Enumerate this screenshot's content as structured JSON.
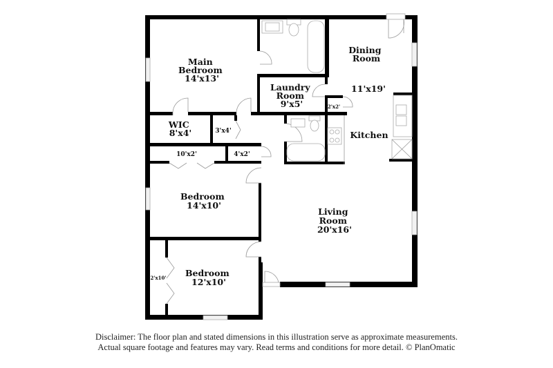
{
  "floor_plan": {
    "rooms": [
      {
        "id": "main-bedroom",
        "name_lines": [
          "Main",
          "Bedroom"
        ],
        "dimensions": "14'x13'"
      },
      {
        "id": "dining-room",
        "name_lines": [
          "Dining",
          "Room"
        ],
        "dimensions": "11'x19'"
      },
      {
        "id": "laundry-room",
        "name_lines": [
          "Laundry",
          "Room"
        ],
        "dimensions": "9'x5'"
      },
      {
        "id": "wic",
        "name_lines": [
          "WIC"
        ],
        "dimensions": "8'x4'"
      },
      {
        "id": "closet-3x4",
        "name_lines": [],
        "dimensions": "3'x4'"
      },
      {
        "id": "closet-2x2",
        "name_lines": [],
        "dimensions": "2'x2'"
      },
      {
        "id": "kitchen",
        "name_lines": [
          "Kitchen"
        ],
        "dimensions": ""
      },
      {
        "id": "closet-10x2",
        "name_lines": [],
        "dimensions": "10'x2'"
      },
      {
        "id": "closet-4x2",
        "name_lines": [],
        "dimensions": "4'x2'"
      },
      {
        "id": "bedroom-2",
        "name_lines": [
          "Bedroom"
        ],
        "dimensions": "14'x10'"
      },
      {
        "id": "living-room",
        "name_lines": [
          "Living",
          "Room"
        ],
        "dimensions": "20'x16'"
      },
      {
        "id": "bedroom-3",
        "name_lines": [
          "Bedroom"
        ],
        "dimensions": "12'x10'"
      },
      {
        "id": "closet-2x10",
        "name_lines": [],
        "dimensions": "2'x10'"
      }
    ]
  },
  "disclaimer": {
    "line1": "Disclaimer: The floor plan and stated dimensions in this illustration serve as approximate measurements.",
    "line2": "Actual square footage and features may vary. Read terms and conditions for more detail. © PlanOmatic"
  }
}
